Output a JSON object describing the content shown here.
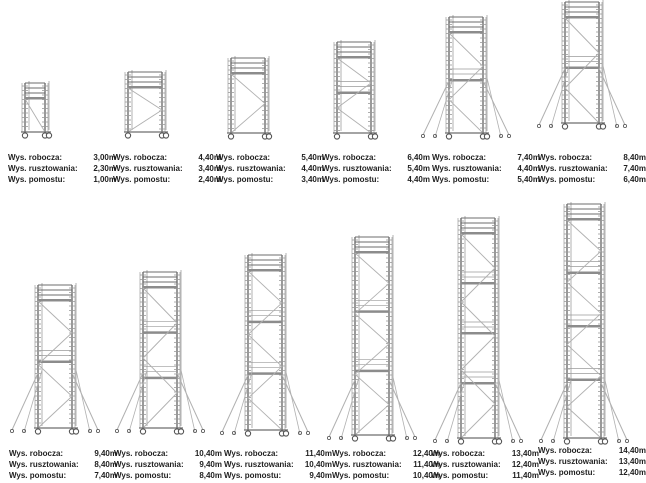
{
  "scaffolds": [
    {
      "working_height_label": "Wys. robocza:",
      "working_height": "3,00m",
      "scaffold_height_label": "Wys. rusztowania:",
      "scaffold_height": "2,30m",
      "platform_height_label": "Wys. pomostu:",
      "platform_height": "1,00m"
    },
    {
      "working_height_label": "Wys. robocza:",
      "working_height": "4,40m",
      "scaffold_height_label": "Wys. rusztowania:",
      "scaffold_height": "3,40m",
      "platform_height_label": "Wys. pomostu:",
      "platform_height": "2,40m"
    },
    {
      "working_height_label": "Wys. robocza:",
      "working_height": "5,40m",
      "scaffold_height_label": "Wys. rusztowania:",
      "scaffold_height": "4,40m",
      "platform_height_label": "Wys. pomostu:",
      "platform_height": "3,40m"
    },
    {
      "working_height_label": "Wys. robocza:",
      "working_height": "6,40m",
      "scaffold_height_label": "Wys. rusztowania:",
      "scaffold_height": "5,40m",
      "platform_height_label": "Wys. pomostu:",
      "platform_height": "4,40m"
    },
    {
      "working_height_label": "Wys. robocza:",
      "working_height": "7,40m",
      "scaffold_height_label": "Wys. rusztowania:",
      "scaffold_height": "4,40m",
      "platform_height_label": "Wys. pomostu:",
      "platform_height": "5,40m"
    },
    {
      "working_height_label": "Wys. robocza:",
      "working_height": "8,40m",
      "scaffold_height_label": "Wys. rusztowania:",
      "scaffold_height": "7,40m",
      "platform_height_label": "Wys. pomostu:",
      "platform_height": "6,40m"
    },
    {
      "working_height_label": "Wys. robocza:",
      "working_height": "9,40m",
      "scaffold_height_label": "Wys. rusztowania:",
      "scaffold_height": "8,40m",
      "platform_height_label": "Wys. pomostu:",
      "platform_height": "7,40m"
    },
    {
      "working_height_label": "Wys. robocza:",
      "working_height": "10,40m",
      "scaffold_height_label": "Wys. rusztowania:",
      "scaffold_height": "9,40m",
      "platform_height_label": "Wys. pomostu:",
      "platform_height": "8,40m"
    },
    {
      "working_height_label": "Wys. robocza:",
      "working_height": "11,40m",
      "scaffold_height_label": "Wys. rusztowania:",
      "scaffold_height": "10,40m",
      "platform_height_label": "Wys. pomostu:",
      "platform_height": "9,40m"
    },
    {
      "working_height_label": "Wys. robocza:",
      "working_height": "12,40m",
      "scaffold_height_label": "Wys. rusztowania:",
      "scaffold_height": "11,40m",
      "platform_height_label": "Wys. pomostu:",
      "platform_height": "10,40m"
    },
    {
      "working_height_label": "Wys. robocza:",
      "working_height": "13,40m",
      "scaffold_height_label": "Wys. rusztowania:",
      "scaffold_height": "12,40m",
      "platform_height_label": "Wys. pomostu:",
      "platform_height": "11,40m"
    },
    {
      "working_height_label": "Wys. robocza:",
      "working_height": "14,40m",
      "scaffold_height_label": "Wys. rusztowania:",
      "scaffold_height": "13,40m",
      "platform_height_label": "Wys. pomostu:",
      "platform_height": "12,40m"
    }
  ],
  "colors": {
    "frame": "#6e6e6e",
    "rung": "#9a9a9a",
    "brace": "#b0b0b0",
    "platform": "#8c8c8c",
    "wheel": "#555555",
    "text": "#1f1f1f"
  }
}
